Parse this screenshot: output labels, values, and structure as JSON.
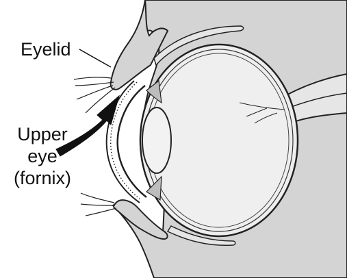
{
  "labels": {
    "eyelid": "Eyelid",
    "upper_line1": "Upper",
    "upper_line2": "eye",
    "upper_line3": "(fornix)"
  },
  "colors": {
    "background": "#ffffff",
    "tissue": "#d4d4d4",
    "eyeball_fill": "#eeeeee",
    "lens_fill": "#f2f2f2",
    "outline": "#222222",
    "arrow": "#111111"
  }
}
